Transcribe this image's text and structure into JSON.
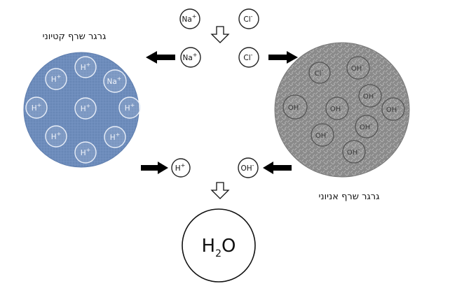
{
  "diagram": {
    "cation_resin_label": "גרגר שרף קטיוני",
    "anion_resin_label": "גרגר שרף אניוני",
    "ion_na": "Na",
    "ion_cl": "Cl",
    "ion_h": "H",
    "ion_oh": "OH",
    "charge_plus": "+",
    "charge_minus": "-",
    "water_main": "H",
    "water_sub": "2",
    "water_o": "O",
    "colors": {
      "cation_resin": "#6e8dbc",
      "anion_resin": "#8a8a8a",
      "arrow": "#000000"
    }
  }
}
